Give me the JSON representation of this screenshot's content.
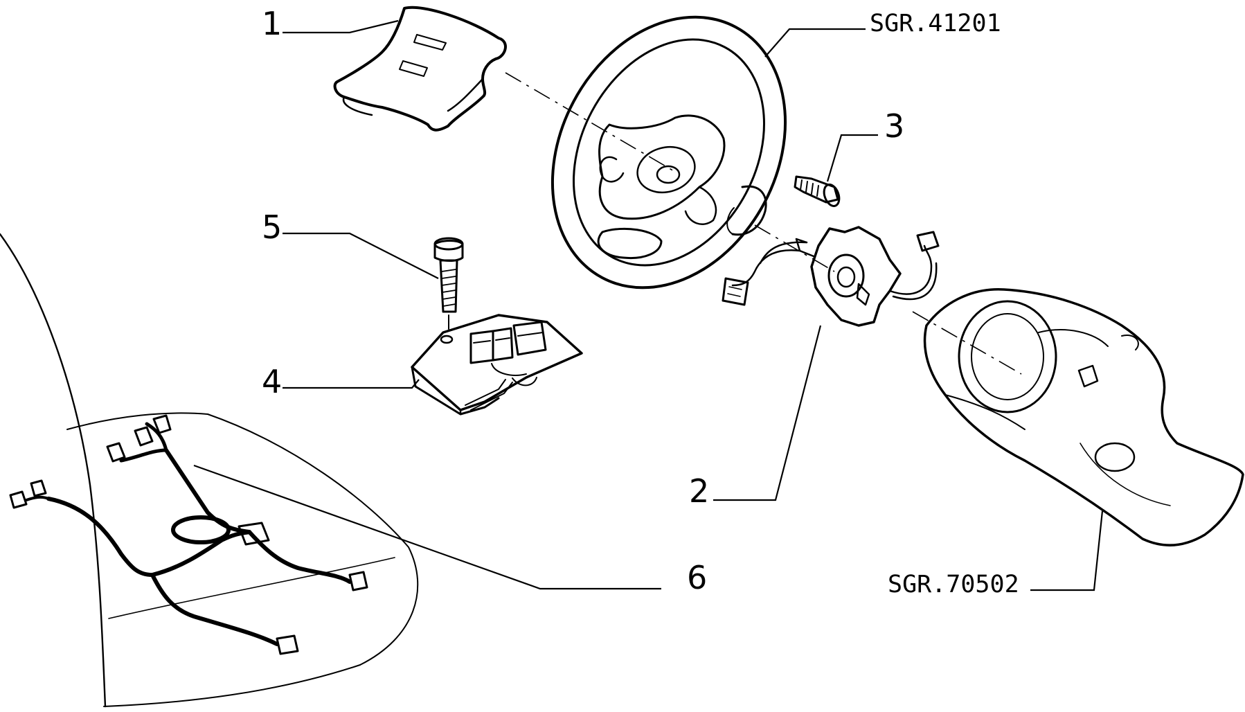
{
  "callouts": {
    "c1": "1",
    "c2": "2",
    "c3": "3",
    "c4": "4",
    "c5": "5",
    "c6": "6"
  },
  "references": {
    "steering_wheel": "SGR.41201",
    "steering_column_cover": "SGR.70502"
  },
  "components": [
    "airbag-module",
    "steering-wheel",
    "screw",
    "clock-spring",
    "airbag-control-unit",
    "bolt",
    "airbag-wiring-harness",
    "steering-column-cover"
  ]
}
